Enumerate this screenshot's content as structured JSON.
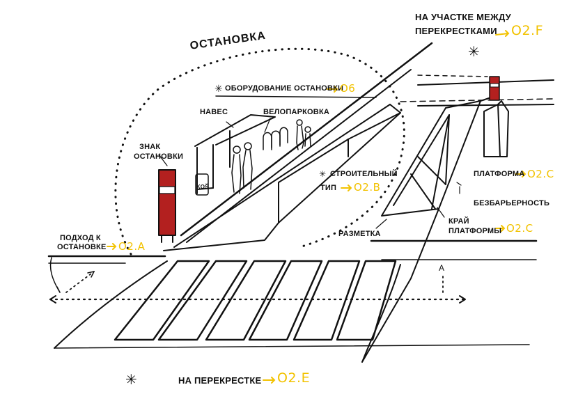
{
  "labels": {
    "stop": "ОСТАНОВКА",
    "between_1": "НА УЧАСТКЕ МЕЖДУ",
    "between_2": "ПЕРЕКРЕСТКАМИ",
    "equipment": "ОБОРУДОВАНИЕ ОСТАНОВКИ",
    "shelter": "НАВЕС",
    "bike": "ВЕЛОПАРКОВКА",
    "sign_1": "ЗНАК",
    "sign_2": "ОСТАНОВКИ",
    "constr_1": "СТРОИТЕЛЬНЫЙ",
    "constr_2": "ТИП",
    "platform": "ПЛАТФОРМА",
    "barrier_free": "БЕЗБАРЬЕРНОСТЬ",
    "edge_1": "КРАЙ",
    "edge_2": "ПЛАТФОРМЫ",
    "marking": "РАЗМЕТКА",
    "approach_1": "ПОДХОД К",
    "approach_2": "ОСТАНОВКЕ",
    "crossing": "НА ПЕРЕКРЕСТКЕ",
    "bin": "KOŠ",
    "dim": "A"
  },
  "refs": {
    "between": "O2.F",
    "equipment": "O6",
    "constr": "O2.B",
    "platform": "O2.C",
    "edge": "O2.C",
    "approach": "O2.A",
    "crossing": "O2.E"
  },
  "colors": {
    "ink": "#111111",
    "accent": "#f2c200",
    "sign_red": "#b3201f"
  }
}
